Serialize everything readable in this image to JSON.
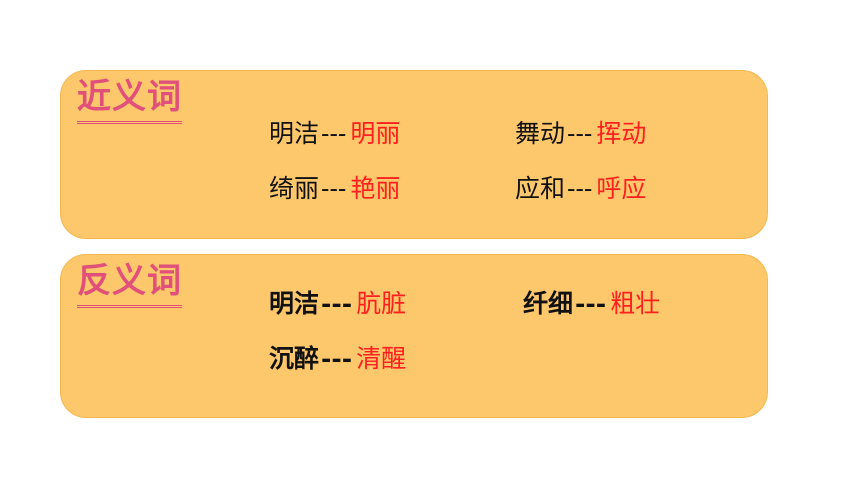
{
  "synonyms": {
    "heading": "近义词",
    "pairs": [
      {
        "term": "明洁",
        "dash": "---",
        "answer": "明丽"
      },
      {
        "term": "舞动",
        "dash": "---",
        "answer": "挥动"
      },
      {
        "term": "绮丽",
        "dash": "---",
        "answer": "艳丽"
      },
      {
        "term": "应和",
        "dash": "---",
        "answer": "呼应"
      }
    ]
  },
  "antonyms": {
    "heading": "反义词",
    "pairs": [
      {
        "term": "明洁",
        "dash": "---",
        "answer": "肮脏"
      },
      {
        "term": "纤细",
        "dash": "---",
        "answer": "粗壮"
      },
      {
        "term": "沉醉",
        "dash": "---",
        "answer": "清醒"
      }
    ]
  },
  "colors": {
    "card_fill": "#FDC76B",
    "heading": "#E0507A",
    "answer": "#FF1F1F",
    "term": "#111111"
  }
}
